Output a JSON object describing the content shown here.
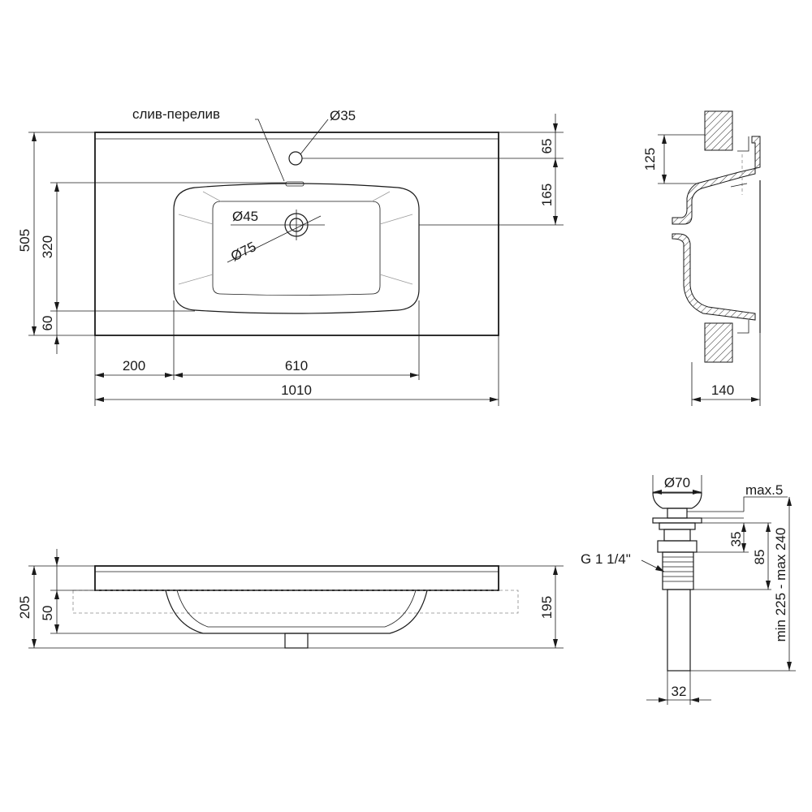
{
  "labels": {
    "overflow": "слив-перелив",
    "hole_d35": "Ø35",
    "drain_d45": "Ø45",
    "drain_d75": "Ø75",
    "drain_cap_d70": "Ø70",
    "max5": "max.5",
    "thread": "G 1 1/4\"",
    "range": "min 225 - max 240"
  },
  "dims": {
    "top_65": "65",
    "top_165": "165",
    "top_505": "505",
    "top_320": "320",
    "top_60": "60",
    "top_200": "200",
    "top_610": "610",
    "top_1010": "1010",
    "side_125": "125",
    "side_140": "140",
    "front_205": "205",
    "front_50": "50",
    "front_195": "195",
    "drain_35": "35",
    "drain_85": "85",
    "drain_32": "32"
  }
}
